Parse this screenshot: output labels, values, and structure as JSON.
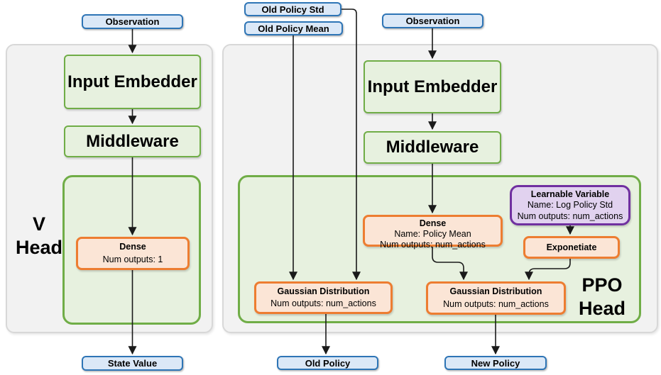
{
  "colors": {
    "blue_border": "#2e75b6",
    "blue_fill": "#dbe8f7",
    "green_border": "#70ad47",
    "green_fill": "#e7f1df",
    "orange_border": "#ed7d31",
    "orange_fill": "#fbe5d6",
    "purple_border": "#7030a0",
    "purple_fill": "#e1d2ef",
    "panel_fill": "#f2f2f2",
    "panel_border": "#d8d8d8",
    "wire_color": "#1a1a1a"
  },
  "v_head": {
    "title_l1": "V",
    "title_l2": "Head",
    "observation": "Observation",
    "input_embedder": "Input Embedder",
    "middleware": "Middleware",
    "dense": {
      "title": "Dense",
      "outputs": "Num outputs: 1"
    },
    "state_value": "State Value"
  },
  "ppo_head": {
    "title_l1": "PPO",
    "title_l2": "Head",
    "inputs": {
      "old_policy_std": "Old Policy Std",
      "old_policy_mean": "Old Policy Mean",
      "observation": "Observation"
    },
    "input_embedder": "Input Embedder",
    "middleware": "Middleware",
    "dense": {
      "title": "Dense",
      "name": "Name: Policy Mean",
      "outputs": "Num outputs: num_actions"
    },
    "learnable_variable": {
      "title": "Learnable Variable",
      "name": "Name: Log Policy Std",
      "outputs": "Num outputs: num_actions"
    },
    "exponetiate": "Exponetiate",
    "gaussian_old": {
      "title": "Gaussian Distribution",
      "outputs": "Num outputs: num_actions"
    },
    "gaussian_new": {
      "title": "Gaussian Distribution",
      "outputs": "Num outputs: num_actions"
    },
    "outputs": {
      "old_policy": "Old Policy",
      "new_policy": "New Policy"
    }
  }
}
